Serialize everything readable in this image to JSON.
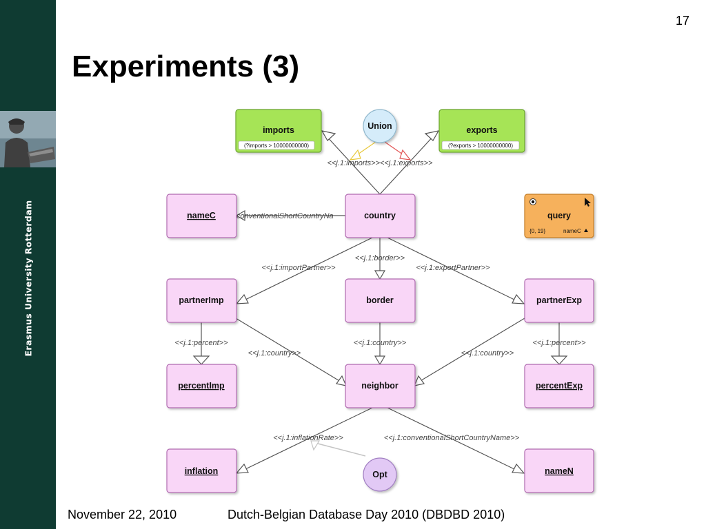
{
  "slide": {
    "number": "17",
    "title": "Experiments (3)",
    "footer_date": "November 22, 2010",
    "footer_event": "Dutch-Belgian Database Day 2010 (DBDBD 2010)",
    "university": "Erasmus University Rotterdam"
  },
  "colors": {
    "sidebar": "#0f3b32",
    "class_fill": "#f9d6f7",
    "class_border": "#b06bb0",
    "condition_fill": "#a6e457",
    "query_fill": "#f6b15c",
    "union_fill": "#d5ecfa",
    "opt_fill": "#e2c9f5"
  },
  "diagram": {
    "nodes": {
      "imports": {
        "label": "imports",
        "condition": "(?imports > 10000000000)"
      },
      "exports": {
        "label": "exports",
        "condition": "(?exports > 10000000000)"
      },
      "union": {
        "label": "Union"
      },
      "opt": {
        "label": "Opt"
      },
      "country": {
        "label": "country"
      },
      "nameC": {
        "label": "nameC"
      },
      "query": {
        "label": "query",
        "range": "{0, 19}",
        "sort": "nameC"
      },
      "partnerImp": {
        "label": "partnerImp"
      },
      "border": {
        "label": "border"
      },
      "partnerExp": {
        "label": "partnerExp"
      },
      "percentImp": {
        "label": "percentImp"
      },
      "neighbor": {
        "label": "neighbor"
      },
      "percentExp": {
        "label": "percentExp"
      },
      "inflation": {
        "label": "inflation"
      },
      "nameN": {
        "label": "nameN"
      }
    },
    "edges": {
      "imports_exports": "<<j.1:imports>><<j.1:exports>>",
      "conv_short_c": "conventionalShortCountryNa",
      "border": "<<j.1:border>>",
      "import_partner": "<<j.1:importPartner>>",
      "export_partner": "<<j.1:exportPartner>>",
      "percent_imp": "<<j.1:percent>>",
      "country_imp": "<<j.1:country>>",
      "country_border": "<<j.1:country>>",
      "country_exp": "<<j.1:country>>",
      "percent_exp": "<<j.1:percent>>",
      "inflation_rate": "<<j.1:inflationRate>>",
      "conv_short_n": "<<j.1:conventionalShortCountryName>>"
    }
  }
}
